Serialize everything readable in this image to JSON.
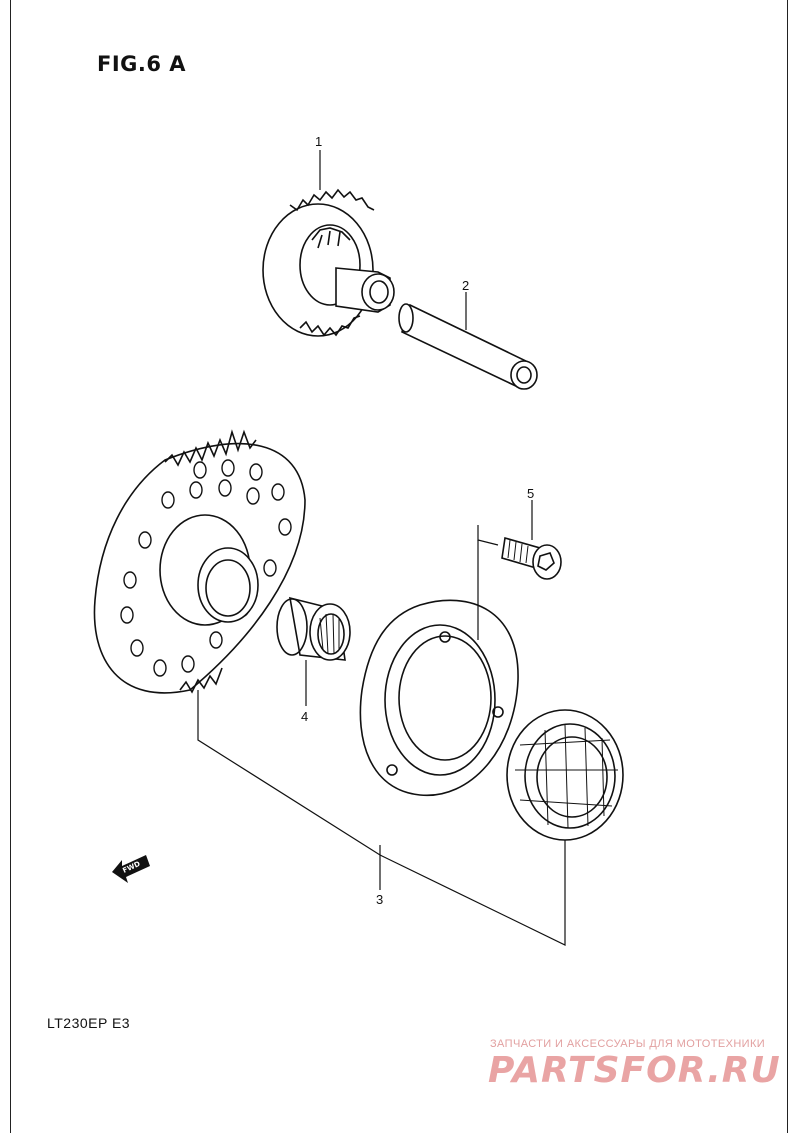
{
  "figure": {
    "title": "FIG.6 A",
    "model": "LT230EP  E3"
  },
  "callouts": [
    "1",
    "2",
    "3",
    "4",
    "5"
  ],
  "direction_badge": "FWD",
  "watermark": {
    "subtitle": "ЗАПЧАСТИ И АКСЕССУАРЫ ДЛЯ МОТОТЕХНИКИ",
    "logo": "PARTSFOR.RU"
  }
}
